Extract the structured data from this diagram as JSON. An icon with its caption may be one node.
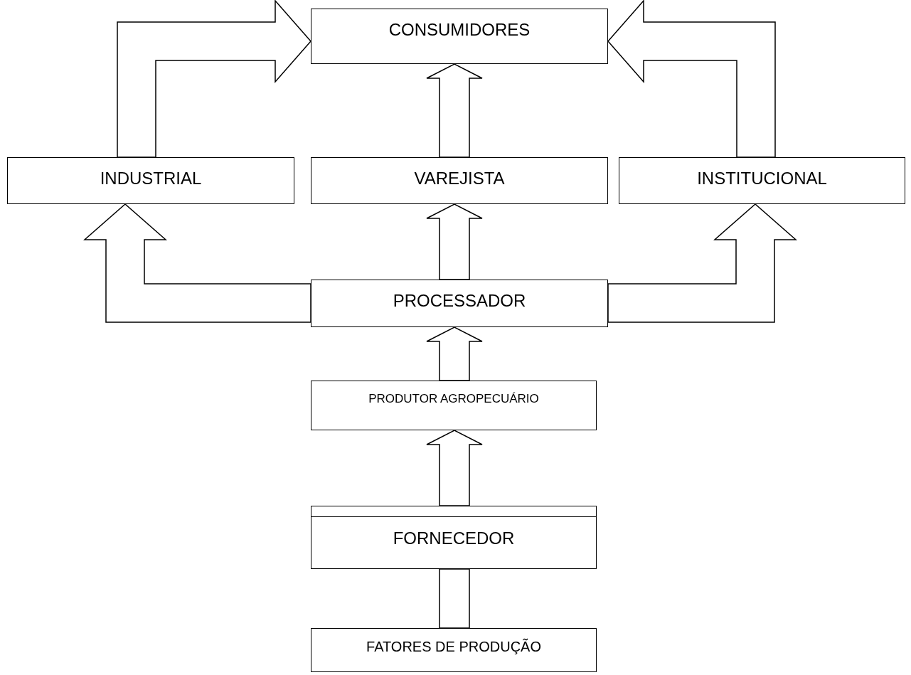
{
  "diagram": {
    "nodes": [
      {
        "text": [
          "CONSUMIDORES"
        ]
      },
      {
        "text": [
          "INDUSTRIAL"
        ]
      },
      {
        "text": [
          "VAREJISTA"
        ]
      },
      {
        "text": [
          "INSTITUCIONAL"
        ]
      },
      {
        "text": [
          "PROCESSADOR"
        ]
      },
      {
        "text": [
          "PRODUTOR AGROPECUÁRIO"
        ]
      },
      {
        "text": [
          "FORNECEDOR"
        ]
      },
      {
        "text": [
          "FATORES DE PRODUÇÃO"
        ]
      }
    ],
    "edges": [
      {
        "from": 1,
        "to": 0,
        "arrow": "to"
      },
      {
        "from": 2,
        "to": 0,
        "arrow": "to"
      },
      {
        "from": 3,
        "to": 0,
        "arrow": "to"
      },
      {
        "from": 4,
        "to": 1,
        "arrow": "to"
      },
      {
        "from": 4,
        "to": 2,
        "arrow": "to"
      },
      {
        "from": 4,
        "to": 3,
        "arrow": "to"
      },
      {
        "from": 5,
        "to": 4,
        "arrow": "to"
      },
      {
        "from": 6,
        "to": 5,
        "arrow": "to"
      },
      {
        "from": 7,
        "to": 6,
        "arrow": "none"
      }
    ]
  }
}
